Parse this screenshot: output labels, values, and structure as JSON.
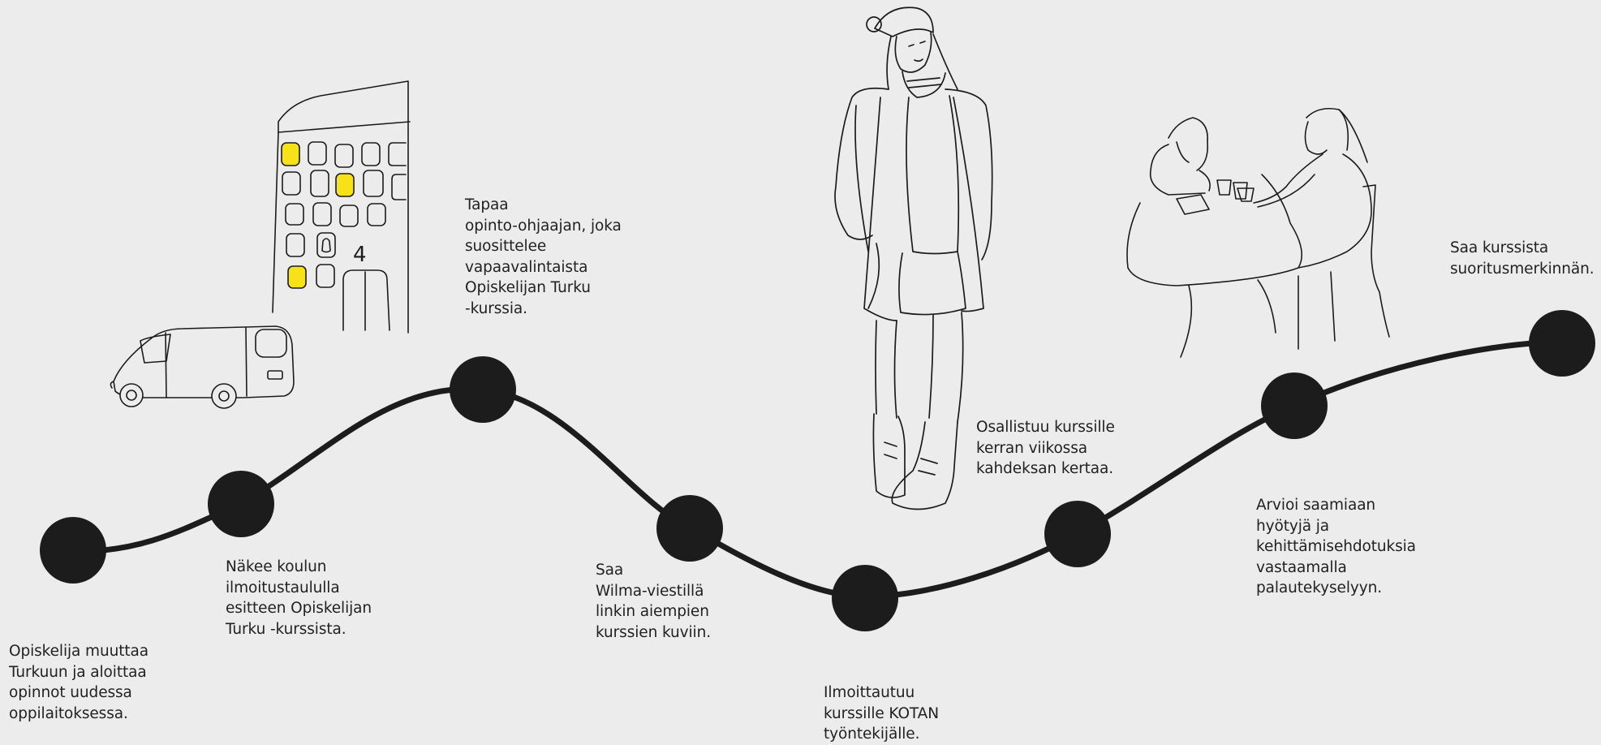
{
  "journey": {
    "steps": [
      {
        "text": "Opiskelija muuttaa\nTurkuun ja aloittaa\nopinnot uudessa\noppilaitoksessa."
      },
      {
        "text": "Näkee koulun\nilmoitustaululla\nesitteen Opiskelijan\nTurku -kurssista."
      },
      {
        "text": "Tapaa\nopinto-ohjaajan, joka\nsuosittelee\nvapaavalintaista\nOpiskelijan Turku\n-kurssia."
      },
      {
        "text": "Saa\nWilma-viestillä\nlinkin aiempien\nkurssien kuviin."
      },
      {
        "text": "Ilmoittautuu\nkurssille KOTAN\ntyöntekijälle."
      },
      {
        "text": "Osallistuu kurssille\nkerran viikossa\nkahdeksan kertaa."
      },
      {
        "text": "Arvioi saamiaan\nhyötyjä ja\nkehittämisehdotuksia\nvastaamalla\npalautekyselyyn."
      },
      {
        "text": "Saa kurssista\nsuoritusmerkinnän."
      }
    ]
  },
  "illustrations": {
    "building_sign": "4",
    "highlight_color": "#f7e21a",
    "line_color": "#1c1c1c"
  }
}
